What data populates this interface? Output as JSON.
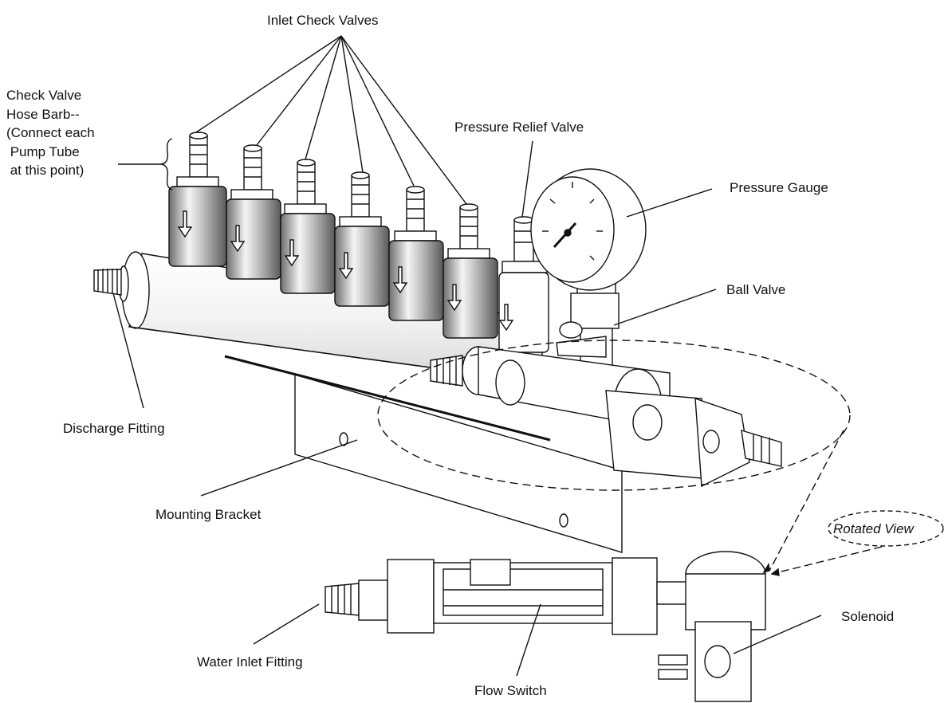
{
  "labels": {
    "inlet_check_valves": "Inlet Check Valves",
    "check_valve_hose_barb": "Check Valve\nHose Barb--\n(Connect each\n Pump Tube\n at this point)",
    "pressure_relief_valve": "Pressure Relief Valve",
    "pressure_gauge": "Pressure Gauge",
    "ball_valve": "Ball Valve",
    "discharge_fitting": "Discharge Fitting",
    "mounting_bracket": "Mounting Bracket",
    "rotated_view": "Rotated View",
    "solenoid": "Solenoid",
    "water_inlet_fitting": "Water Inlet Fitting",
    "flow_switch": "Flow Switch"
  },
  "colors": {
    "line": "#111111",
    "valve_body": "#8c8c8c",
    "valve_highlight": "#f2f2f2"
  }
}
